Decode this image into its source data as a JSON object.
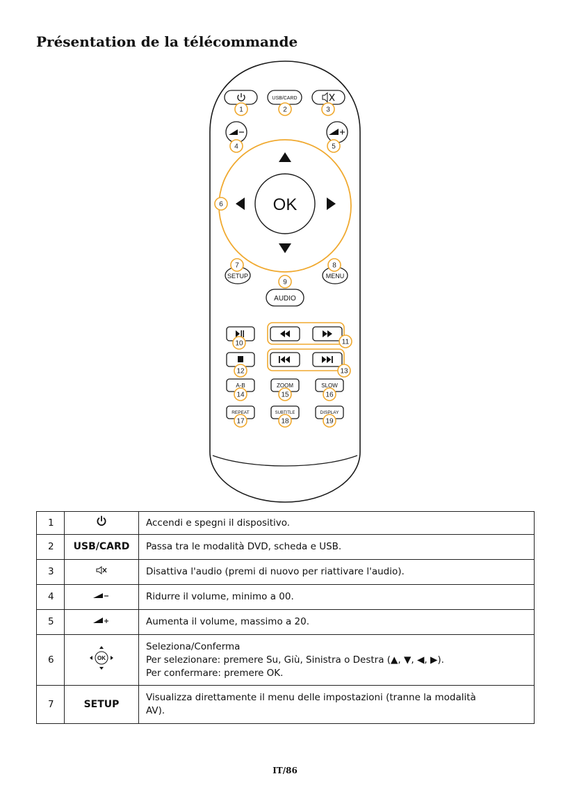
{
  "page": {
    "title": "Présentation de la télécommande",
    "footer": "IT/86"
  },
  "remote": {
    "buttons": {
      "ok": "OK",
      "usb_card": "USB/CARD",
      "setup": "SETUP",
      "menu": "MENU",
      "audio": "AUDIO",
      "ab": "A-B",
      "zoom": "ZOOM",
      "slow": "SLOW",
      "repeat": "REPEAT",
      "subtitle": "SUBTITLE",
      "display": "DISPLAY"
    },
    "callouts": [
      "1",
      "2",
      "3",
      "4",
      "5",
      "6",
      "7",
      "8",
      "9",
      "10",
      "11",
      "12",
      "13",
      "14",
      "15",
      "16",
      "17",
      "18",
      "19"
    ],
    "icons": {
      "power": "power-icon",
      "mute": "mute-icon",
      "volume_down": "volume-down-icon",
      "volume_up": "volume-up-icon",
      "play_pause": "play-pause-icon",
      "rewind": "rewind-icon",
      "fast_forward": "fast-forward-icon",
      "stop": "stop-icon",
      "previous": "skip-previous-icon",
      "next": "skip-next-icon"
    },
    "colors": {
      "highlight": "#f0a92f",
      "outline": "#1a1a1a"
    }
  },
  "legend": {
    "rows": [
      {
        "num": "1",
        "key": "",
        "icon": "power-icon",
        "desc": [
          "Accendi e spegni il dispositivo."
        ]
      },
      {
        "num": "2",
        "key": "USB/CARD",
        "icon": "",
        "desc": [
          "Passa tra le modalità DVD, scheda e USB."
        ]
      },
      {
        "num": "3",
        "key": "",
        "icon": "mute-icon",
        "desc": [
          "Disattiva l'audio (premi di nuovo per riattivare l'audio)."
        ]
      },
      {
        "num": "4",
        "key": "",
        "icon": "volume-down-icon",
        "desc": [
          "Ridurre il volume, minimo a 00."
        ]
      },
      {
        "num": "5",
        "key": "",
        "icon": "volume-up-icon",
        "desc": [
          "Aumenta il volume, massimo a 20."
        ]
      },
      {
        "num": "6",
        "key": "OK",
        "icon": "navigation-pad-icon",
        "desc": [
          "Seleziona/Conferma",
          "Per selezionare: premere Su, Giù, Sinistra o Destra (▲, ▼, ◀, ▶).",
          "Per confermare: premere OK."
        ]
      },
      {
        "num": "7",
        "key": "SETUP",
        "icon": "",
        "desc": [
          "Visualizza direttamente il menu delle impostazioni (tranne la modalità",
          "AV)."
        ]
      }
    ]
  }
}
